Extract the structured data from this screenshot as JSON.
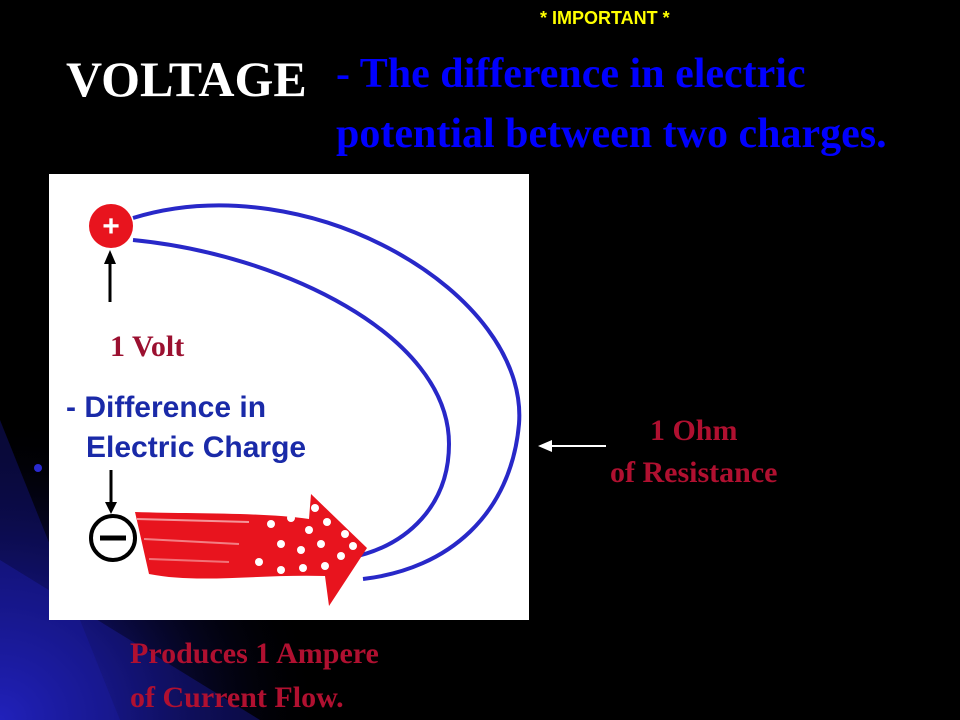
{
  "slide": {
    "important_note": "* IMPORTANT *",
    "title": "VOLTAGE",
    "definition": {
      "line1": "- The difference in electric",
      "line2": "potential between two charges."
    },
    "diagram": {
      "positive_symbol": "+",
      "volt_label": "1 Volt",
      "difference_line1": "- Difference in",
      "difference_line2": "Electric Charge",
      "charge_symbol": "-"
    },
    "resistance": {
      "line1": "1 Ohm",
      "line2": "of Resistance"
    },
    "current": {
      "line1": "Produces 1 Ampere",
      "line2": "of Current Flow."
    },
    "colors": {
      "background": "#000000",
      "title": "#ffffff",
      "important": "#ffff00",
      "definition": "#0000ff",
      "red_label": "#b01030",
      "blue_label": "#1a2aa8",
      "diagram_red": "#e8141e",
      "diagram_blue": "#2828c8"
    }
  }
}
